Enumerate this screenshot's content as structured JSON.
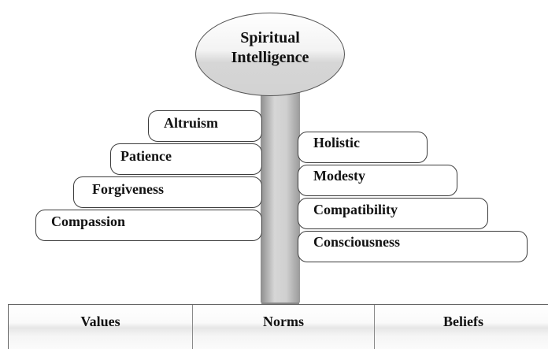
{
  "title": {
    "line1": "Spiritual",
    "line2": "Intelligence"
  },
  "left_bars": [
    {
      "label": "Altruism"
    },
    {
      "label": "Patience"
    },
    {
      "label": "Forgiveness"
    },
    {
      "label": "Compassion"
    }
  ],
  "right_bars": [
    {
      "label": "Holistic"
    },
    {
      "label": "Modesty"
    },
    {
      "label": "Compatibility"
    },
    {
      "label": "Consciousness"
    }
  ],
  "base": [
    {
      "label": "Values"
    },
    {
      "label": "Norms"
    },
    {
      "label": "Beliefs"
    }
  ]
}
